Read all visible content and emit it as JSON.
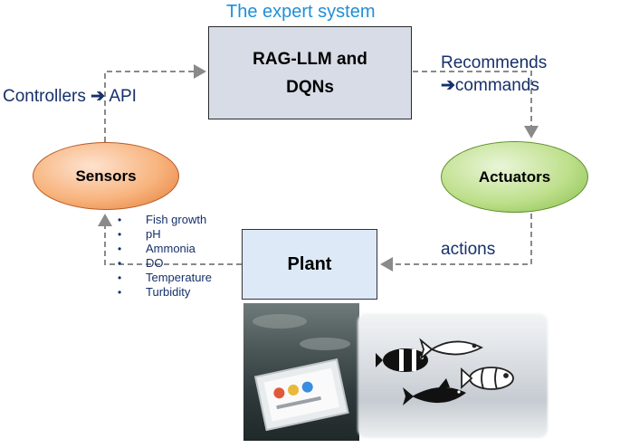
{
  "title": "The expert system",
  "nodes": {
    "expert": {
      "line1": "RAG-LLM and",
      "line2": "DQNs"
    },
    "sensors": "Sensors",
    "actuators": "Actuators",
    "plant": "Plant"
  },
  "labels": {
    "controllers": "Controllers",
    "api": "API",
    "recommends": "Recommends",
    "commands": "commands",
    "actions": "actions"
  },
  "parameters": [
    "Fish growth",
    "pH",
    "Ammonia",
    "DO",
    "Temperature",
    "Turbidity"
  ],
  "icons": {
    "arrow": "right-arrow-icon",
    "fish": [
      "clownfish-icon",
      "fish-outline-icon",
      "clownfish-outline-icon",
      "fish-silhouette-icon"
    ]
  },
  "colors": {
    "title": "#1f8fd6",
    "label_text": "#16306b",
    "connector": "#8a8a8a",
    "expert_fill": "#d7dce6",
    "plant_fill": "#dde9f6",
    "sensors_fill": "#f8b47e",
    "actuators_fill": "#bfe08d"
  }
}
